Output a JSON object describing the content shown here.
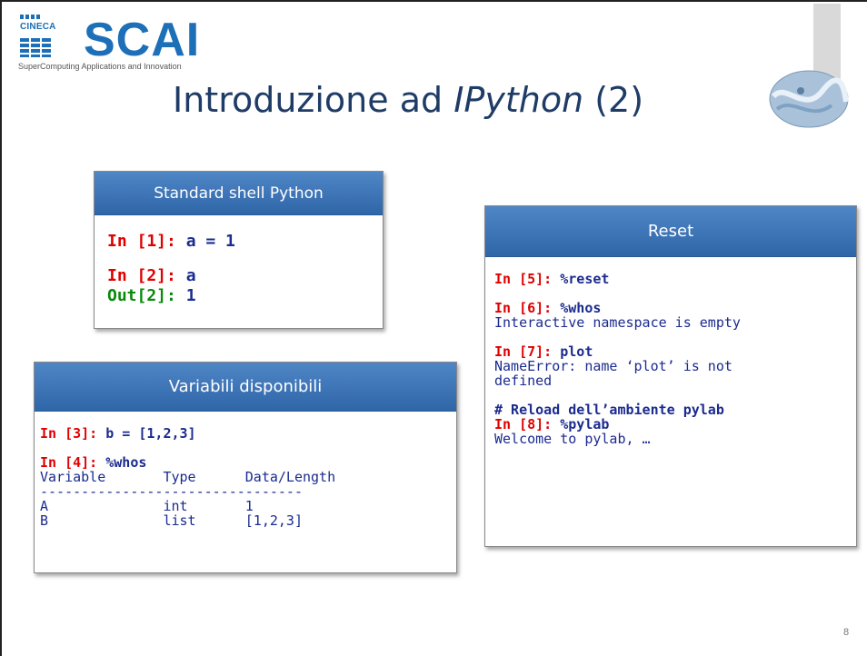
{
  "logo": {
    "brand_small": "CINECA",
    "brand_large": "SCAI",
    "tagline": "SuperComputing Applications and Innovation"
  },
  "title": {
    "part1": "Introduzione ad ",
    "italic": "IPython",
    "part2": " (2)"
  },
  "panels": {
    "standard_shell": {
      "heading": "Standard shell Python",
      "lines": [
        {
          "prompt": "In [1]: ",
          "code": "a = 1"
        },
        {
          "prompt": "In [2]: ",
          "code": "a"
        },
        {
          "prompt": "Out[2]: ",
          "code": "1"
        }
      ]
    },
    "variabili": {
      "heading": "Variabili disponibili",
      "in3_prompt": "In [3]: ",
      "in3_code": "b = [1,2,3]",
      "in4_prompt": "In [4]: ",
      "in4_code": "%whos",
      "table_header": "Variable       Type      Data/Length",
      "table_rule": "--------------------------------",
      "rows": [
        "A              int       1",
        "B              list      [1,2,3]"
      ]
    },
    "reset": {
      "heading": "Reset",
      "in5_prompt": "In [5]: ",
      "in5_code": "%reset",
      "in6_prompt": "In [6]: ",
      "in6_code": "%whos",
      "in6_out": "Interactive namespace is empty",
      "in7_prompt": "In [7]: ",
      "in7_code": "plot",
      "in7_out1": "NameError: name ‘plot’ is not",
      "in7_out2": "defined",
      "comment": "# Reload dell’ambiente pylab",
      "in8_prompt": "In [8]: ",
      "in8_code": "%pylab",
      "in8_out": "Welcome to pylab, …"
    }
  },
  "page_number": "8"
}
